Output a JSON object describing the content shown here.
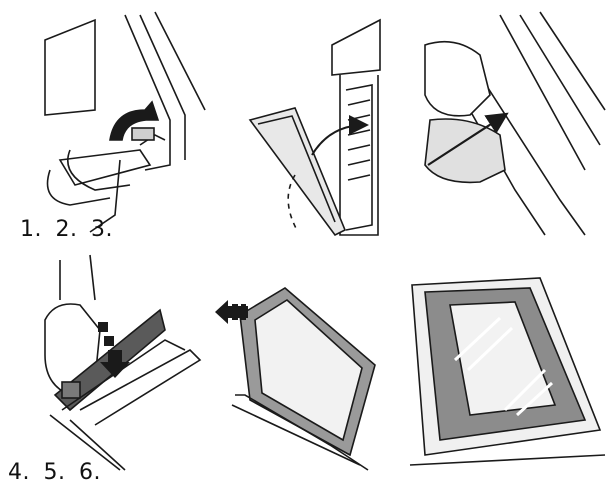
{
  "steps_top": [
    "1.",
    "2.",
    "3."
  ],
  "steps_bottom": [
    "4.",
    "5.",
    "6."
  ],
  "colors": {
    "line": "#1a1a1a",
    "gray": "#8a8a8a",
    "light_gray": "#d9d9d9",
    "glass": "#f2f2f2"
  }
}
